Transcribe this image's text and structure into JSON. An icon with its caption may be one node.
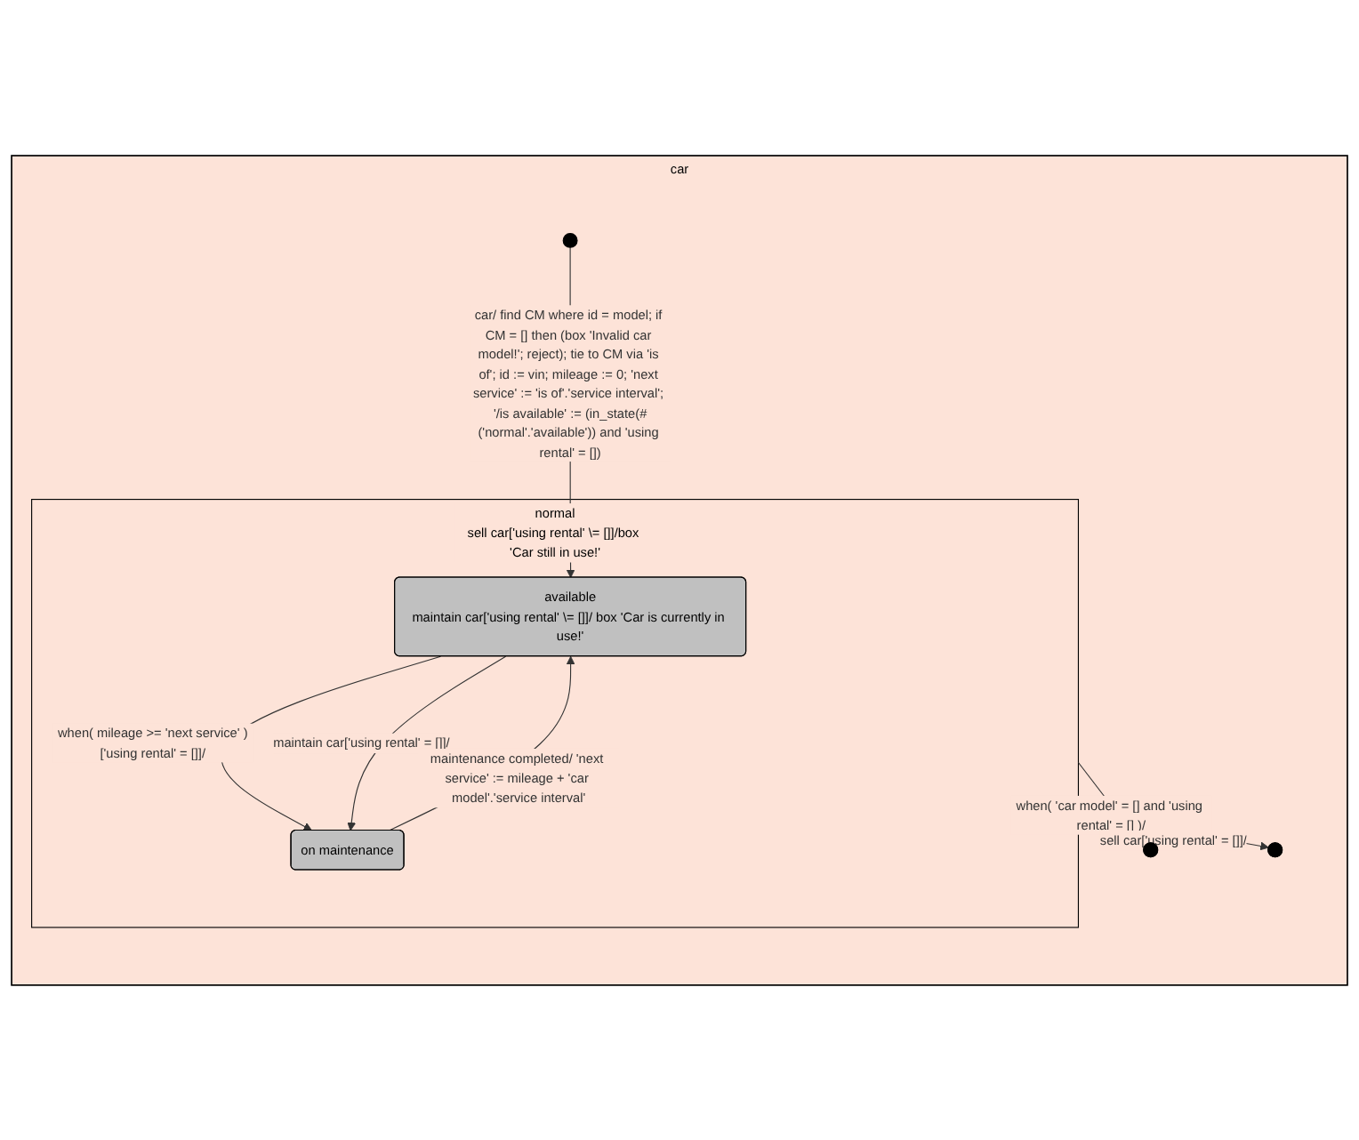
{
  "diagram": {
    "nodes": [
      {
        "text": [
          "car"
        ]
      },
      {
        "text": [],
        "shape": "circle",
        "in": 0
      },
      {
        "text": [
          "normal",
          "sell car['using rental' \\= []]/box 'Car still in use!'"
        ],
        "in": 0
      },
      {
        "text": [
          "available",
          "maintain car['using rental' \\= []]/ box 'Car is currently in use!'"
        ],
        "in": 2
      },
      {
        "text": [
          "on maintenance"
        ],
        "in": 2
      },
      {
        "text": [],
        "shape": "circle",
        "in": 0
      },
      {
        "text": [],
        "shape": "circle",
        "in": 0
      }
    ],
    "edges": [
      {
        "from": 1,
        "to": 3,
        "arrow": "to",
        "label": "car/ find CM where id = model; if CM = [] then (box 'Invalid car model!'; reject); tie to CM via 'is of'; id := vin; mileage := 0; 'next service' := 'is of'.'service interval'; '/is available' := (in_state(#('normal'.'available')) and 'using rental' = [])"
      },
      {
        "from": 3,
        "to": 4,
        "arrow": "to",
        "label": "when( mileage >= 'next service' )['using rental' = []]/"
      },
      {
        "from": 3,
        "to": 4,
        "arrow": "to",
        "label": "maintain car['using rental' = []]/"
      },
      {
        "from": 4,
        "to": 3,
        "arrow": "to",
        "label": "maintenance completed/ 'next service' := mileage + 'car model'.'service interval'"
      },
      {
        "from": 2,
        "to": 5,
        "arrow": "to",
        "label": "when( 'car model' = [] and 'using rental' = [] )/"
      },
      {
        "from": 2,
        "to": 6,
        "arrow": "to",
        "label": "sell car['using rental' = []]/"
      }
    ]
  }
}
